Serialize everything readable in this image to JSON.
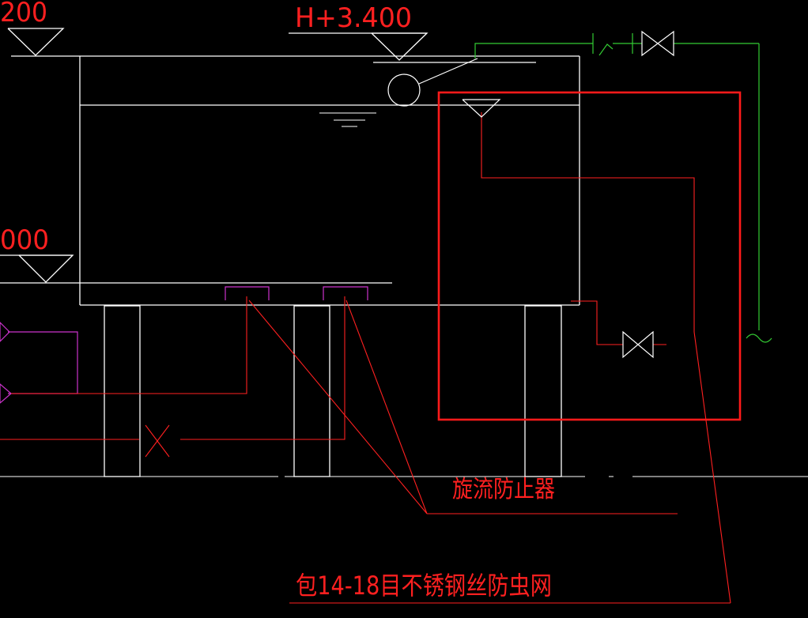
{
  "labels": {
    "elev_top_left": "200",
    "elev_tank_top": "H+3.400",
    "elev_mid_left": "000",
    "swirl_preventer": "旋流防止器",
    "insect_screen": "包14-18目不锈钢丝防虫网"
  },
  "colors": {
    "background": "#000000",
    "structure": "#ffffff",
    "annotation": "#ff2020",
    "highlight_box": "#ff1a1a",
    "water_supply": "#33cc33",
    "drain": "#cc33cc",
    "valve": "#ffffff"
  }
}
